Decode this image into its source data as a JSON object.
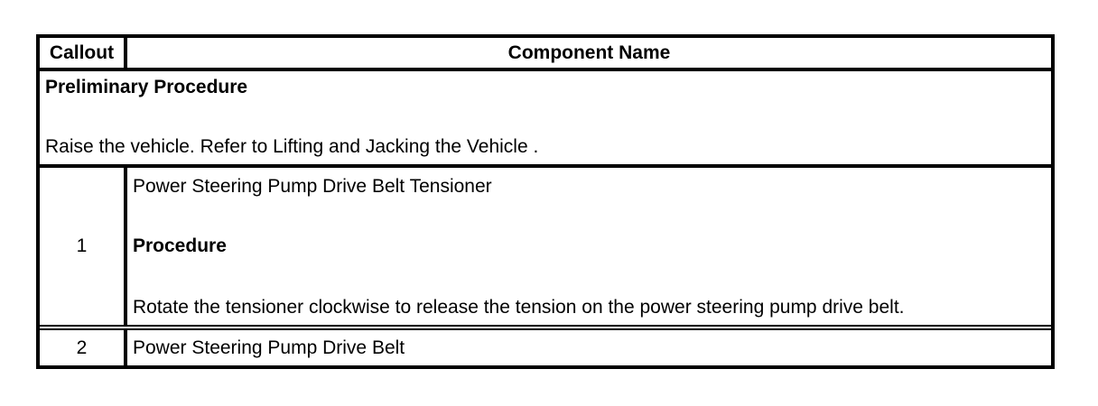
{
  "table": {
    "header": {
      "callout": "Callout",
      "component": "Component Name"
    },
    "preliminary": {
      "title": "Preliminary Procedure",
      "body": "Raise the vehicle. Refer to Lifting and Jacking the Vehicle ."
    },
    "rows": [
      {
        "callout": "1",
        "name": "Power Steering Pump Drive Belt Tensioner",
        "procedure_label": "Procedure",
        "procedure_text": "Rotate the tensioner clockwise to release the tension on the power steering pump drive belt."
      },
      {
        "callout": "2",
        "name": "Power Steering Pump Drive Belt"
      }
    ]
  }
}
